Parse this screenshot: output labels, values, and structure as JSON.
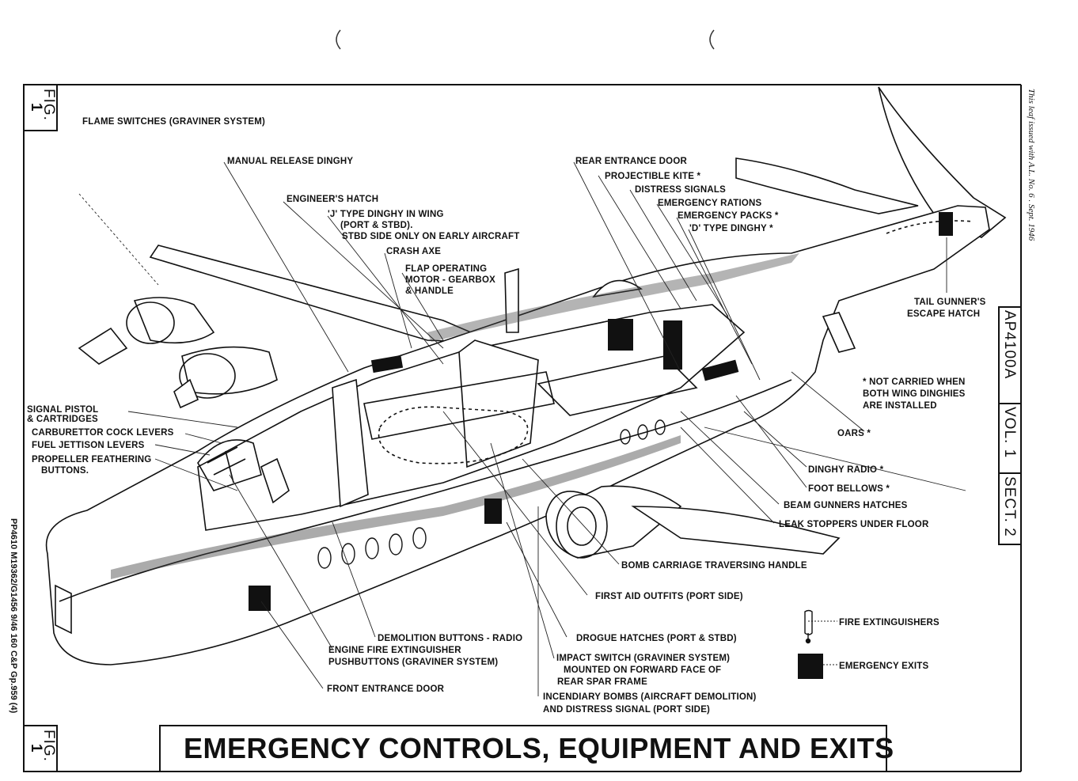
{
  "title": "EMERGENCY CONTROLS, EQUIPMENT AND EXITS",
  "fig_label": "FIG.",
  "fig_number": "1",
  "side_note": "This leaf issued with A.L. No. 6 . Sept. 1946",
  "publication_ref": {
    "prefix": "AP4100A",
    "volume": "VOL. 1",
    "section": "SECT. 2"
  },
  "print_code": "PP4610  M19362/G1456  9/46  160  C&P  Gp.959 (4)",
  "labels": {
    "flame_switches": "FLAME SWITCHES (GRAVINER SYSTEM)",
    "manual_release_dinghy": "MANUAL RELEASE DINGHY",
    "engineers_hatch": "ENGINEER'S HATCH",
    "j_type_dinghy_1": "'J' TYPE DINGHY IN WING",
    "j_type_dinghy_2": "(PORT & STBD).",
    "j_type_dinghy_3": "STBD SIDE ONLY ON EARLY AIRCRAFT",
    "crash_axe": "CRASH AXE",
    "flap_motor_1": "FLAP OPERATING",
    "flap_motor_2": "MOTOR - GEARBOX",
    "flap_motor_3": "& HANDLE",
    "rear_entrance_door": "REAR ENTRANCE DOOR",
    "projectible_kite": "PROJECTIBLE KITE *",
    "distress_signals": "DISTRESS SIGNALS",
    "emergency_rations": "EMERGENCY RATIONS",
    "emergency_packs": "EMERGENCY PACKS *",
    "d_type_dinghy": "'D' TYPE DINGHY *",
    "tail_gunner_1": "TAIL GUNNER'S",
    "tail_gunner_2": "ESCAPE HATCH",
    "not_carried_1": "* NOT CARRIED WHEN",
    "not_carried_2": "BOTH WING DINGHIES",
    "not_carried_3": "ARE INSTALLED",
    "oars": "OARS *",
    "dinghy_radio": "DINGHY RADIO *",
    "foot_bellows": "FOOT BELLOWS *",
    "beam_gunners_hatches": "BEAM GUNNERS HATCHES",
    "leak_stoppers": "LEAK STOPPERS UNDER FLOOR",
    "bomb_carriage": "BOMB CARRIAGE TRAVERSING HANDLE",
    "first_aid": "FIRST AID OUTFITS (PORT SIDE)",
    "drogue_hatches": "DROGUE HATCHES (PORT & STBD)",
    "impact_switch_1": "IMPACT SWITCH (GRAVINER SYSTEM)",
    "impact_switch_2": "MOUNTED ON FORWARD FACE OF",
    "impact_switch_3": "REAR SPAR FRAME",
    "incendiary_1": "INCENDIARY BOMBS (AIRCRAFT DEMOLITION)",
    "incendiary_2": "AND DISTRESS SIGNAL (PORT SIDE)",
    "demolition_buttons": "DEMOLITION BUTTONS - RADIO",
    "engine_fire_1": "ENGINE FIRE EXTINGUISHER",
    "engine_fire_2": "PUSHBUTTONS (GRAVINER SYSTEM)",
    "front_entrance_door": "FRONT ENTRANCE DOOR",
    "signal_pistol_1": "SIGNAL PISTOL",
    "signal_pistol_2": "& CARTRIDGES",
    "carburettor": "CARBURETTOR COCK LEVERS",
    "fuel_jettison": "FUEL JETTISON LEVERS",
    "propeller_1": "PROPELLER FEATHERING",
    "propeller_2": "BUTTONS."
  },
  "legend": [
    {
      "symbol": "fire-extinguisher",
      "label": "FIRE EXTINGUISHERS"
    },
    {
      "symbol": "emergency-exit",
      "label": "EMERGENCY EXITS"
    }
  ]
}
